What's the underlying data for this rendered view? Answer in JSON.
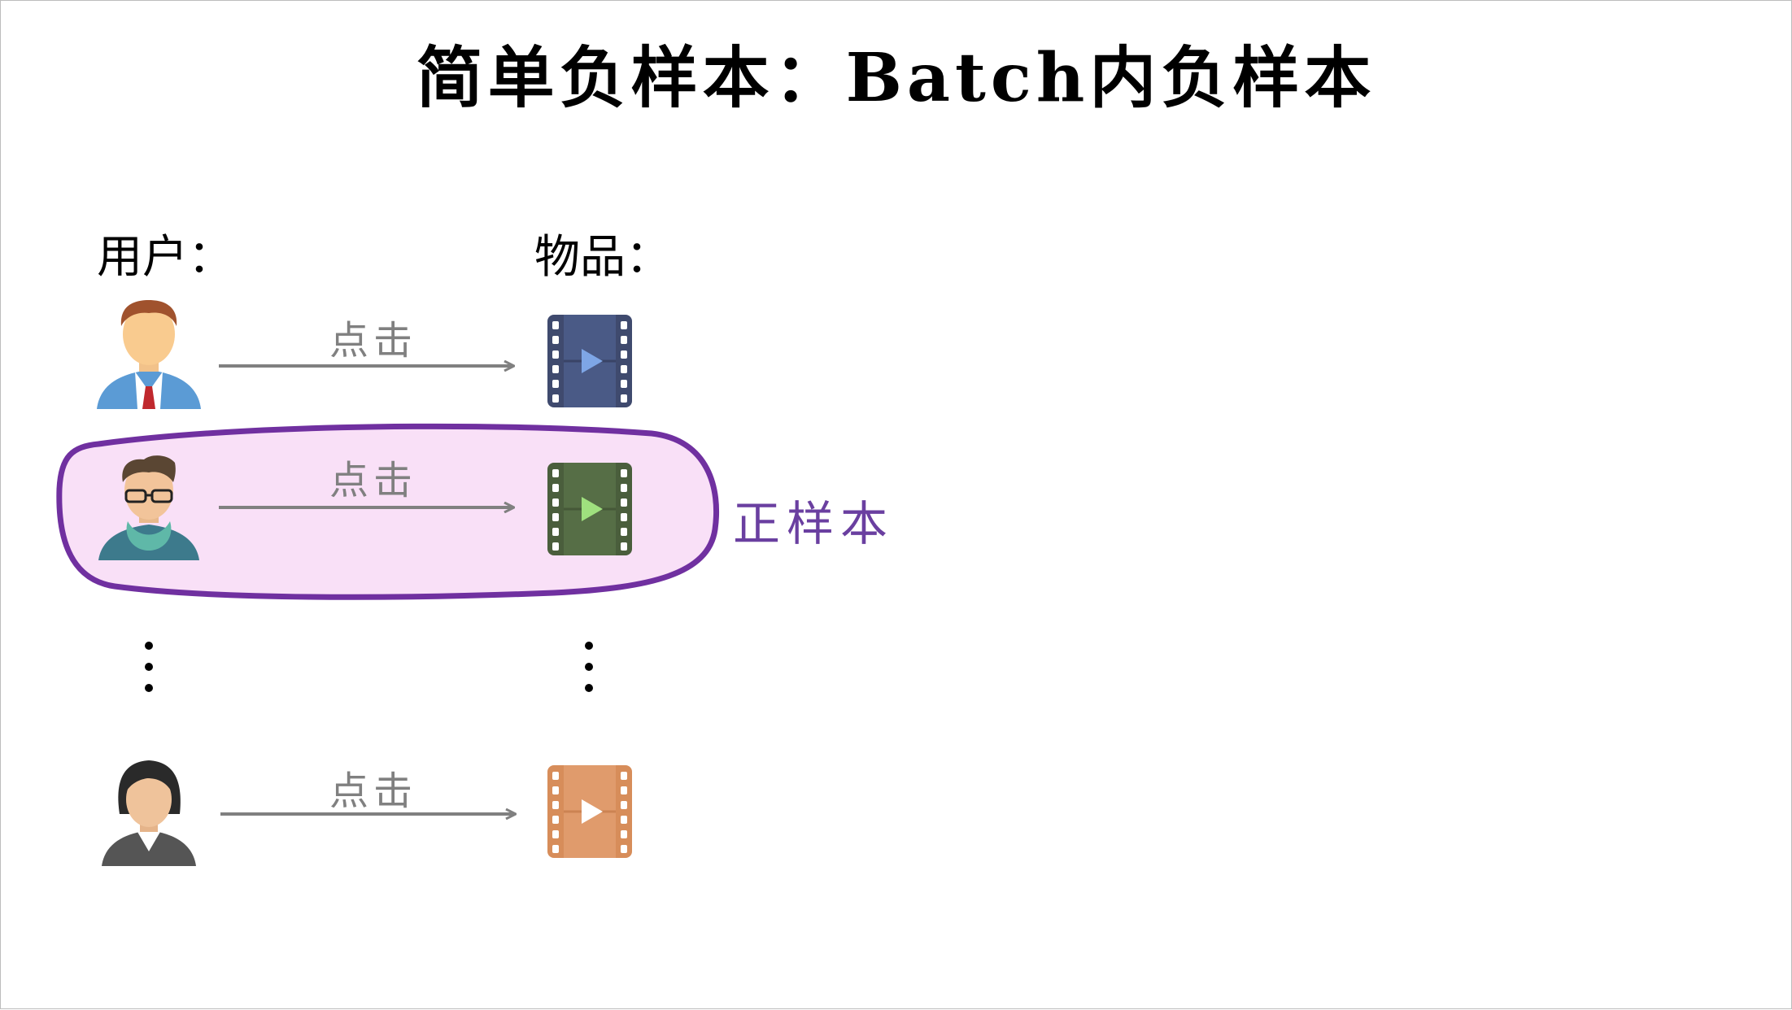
{
  "title": "简单负样本：Batch内负样本",
  "users_label": "用户：",
  "items_label": "物品：",
  "positive_label": "正样本",
  "rows": [
    {
      "action": "点击",
      "user_icon": "man-tie-avatar-icon",
      "item_icon": "video-film-icon",
      "item_color": "#3f4a6e"
    },
    {
      "action": "点击",
      "user_icon": "man-glasses-avatar-icon",
      "item_icon": "video-film-icon",
      "item_color": "#4a5e3c"
    },
    {
      "action": "点击",
      "user_icon": "woman-avatar-icon",
      "item_icon": "video-film-icon",
      "item_color": "#d78d5a"
    }
  ],
  "colors": {
    "highlight_fill": "#f9e0f7",
    "highlight_stroke": "#7030a0",
    "arrow": "#808080"
  }
}
